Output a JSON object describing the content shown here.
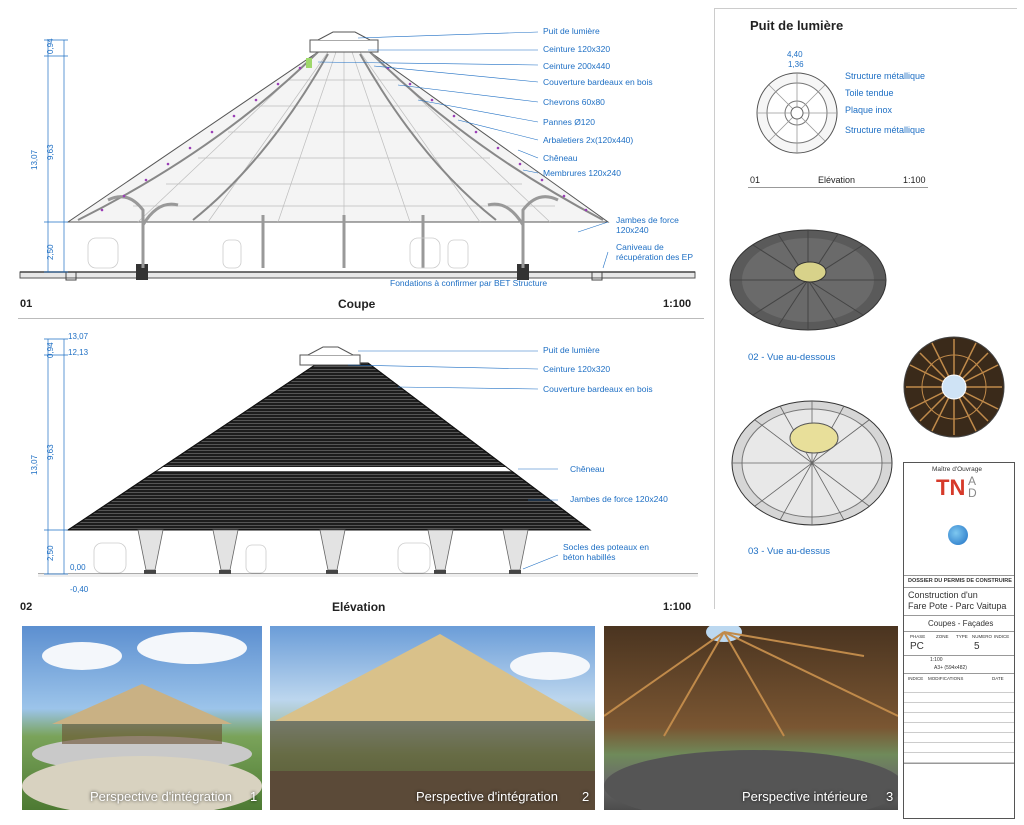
{
  "section1": {
    "number": "01",
    "title": "Coupe",
    "scale": "1:100",
    "dims": {
      "top": "0,94",
      "middle": "9,63",
      "total": "13,07",
      "base": "2,50"
    },
    "notes": [
      "Puit de lumière",
      "Ceinture 120x320",
      "Ceinture 200x440",
      "Couverture bardeaux en bois",
      "Chevrons 60x80",
      "Pannes Ø120",
      "Arbaletiers 2x(120x440)",
      "Chêneau",
      "Membrures 120x240",
      "Jambes de force\n120x240",
      "Caniveau de\nrécupération des EP"
    ],
    "foundation_note": "Fondations à confirmer par BET Structure"
  },
  "section2": {
    "number": "02",
    "title": "Elévation",
    "scale": "1:100",
    "dims": {
      "top_level": "13,07",
      "mid_level": "12,13",
      "top": "0,94",
      "middle": "9,63",
      "total": "13,07",
      "base": "2,50",
      "ground": "0,00",
      "below": "-0,40"
    },
    "notes": [
      "Puit de lumière",
      "Ceinture 120x320",
      "Couverture bardeaux en bois",
      "Chêneau",
      "Jambes de force 120x240",
      "Socles des poteaux en\nbéton habillés"
    ]
  },
  "puit": {
    "title": "Puit de lumière",
    "dim1": "4,40",
    "dim2": "1,36",
    "notes": [
      "Structure métallique",
      "Toile tendue",
      "Plaque inox",
      "Structure métallique"
    ],
    "number": "01",
    "label": "Elévation",
    "scale": "1:100"
  },
  "views": {
    "below": "02 - Vue au-dessous",
    "above": "03 - Vue au-dessus"
  },
  "photos": [
    {
      "caption": "Perspective d'intégration",
      "num": "1"
    },
    {
      "caption": "Perspective d'intégration",
      "num": "2"
    },
    {
      "caption": "Perspective intérieure",
      "num": "3"
    }
  ],
  "cartouche": {
    "owner_label": "Maître d'Ouvrage",
    "logo": "TN AD",
    "folder": "DOSSIER DU PERMIS DE CONSTRUIRE",
    "project": "Construction d'un\nFare Pote - Parc Vaitupa",
    "sheet": "Coupes - Façades",
    "phase": "PC",
    "number": "5",
    "scale": "1:100",
    "format": "A3+ (594x482)",
    "headers": [
      "PHASE",
      "ZONE",
      "TYPE",
      "NUMERO",
      "INDICE"
    ],
    "mods": [
      "INDICE",
      "MODIFICATIONS",
      "DATE"
    ]
  },
  "colors": {
    "accent": "#1e6fc4",
    "wood": "#b89763",
    "roof_dark": "#2b2b2b"
  }
}
